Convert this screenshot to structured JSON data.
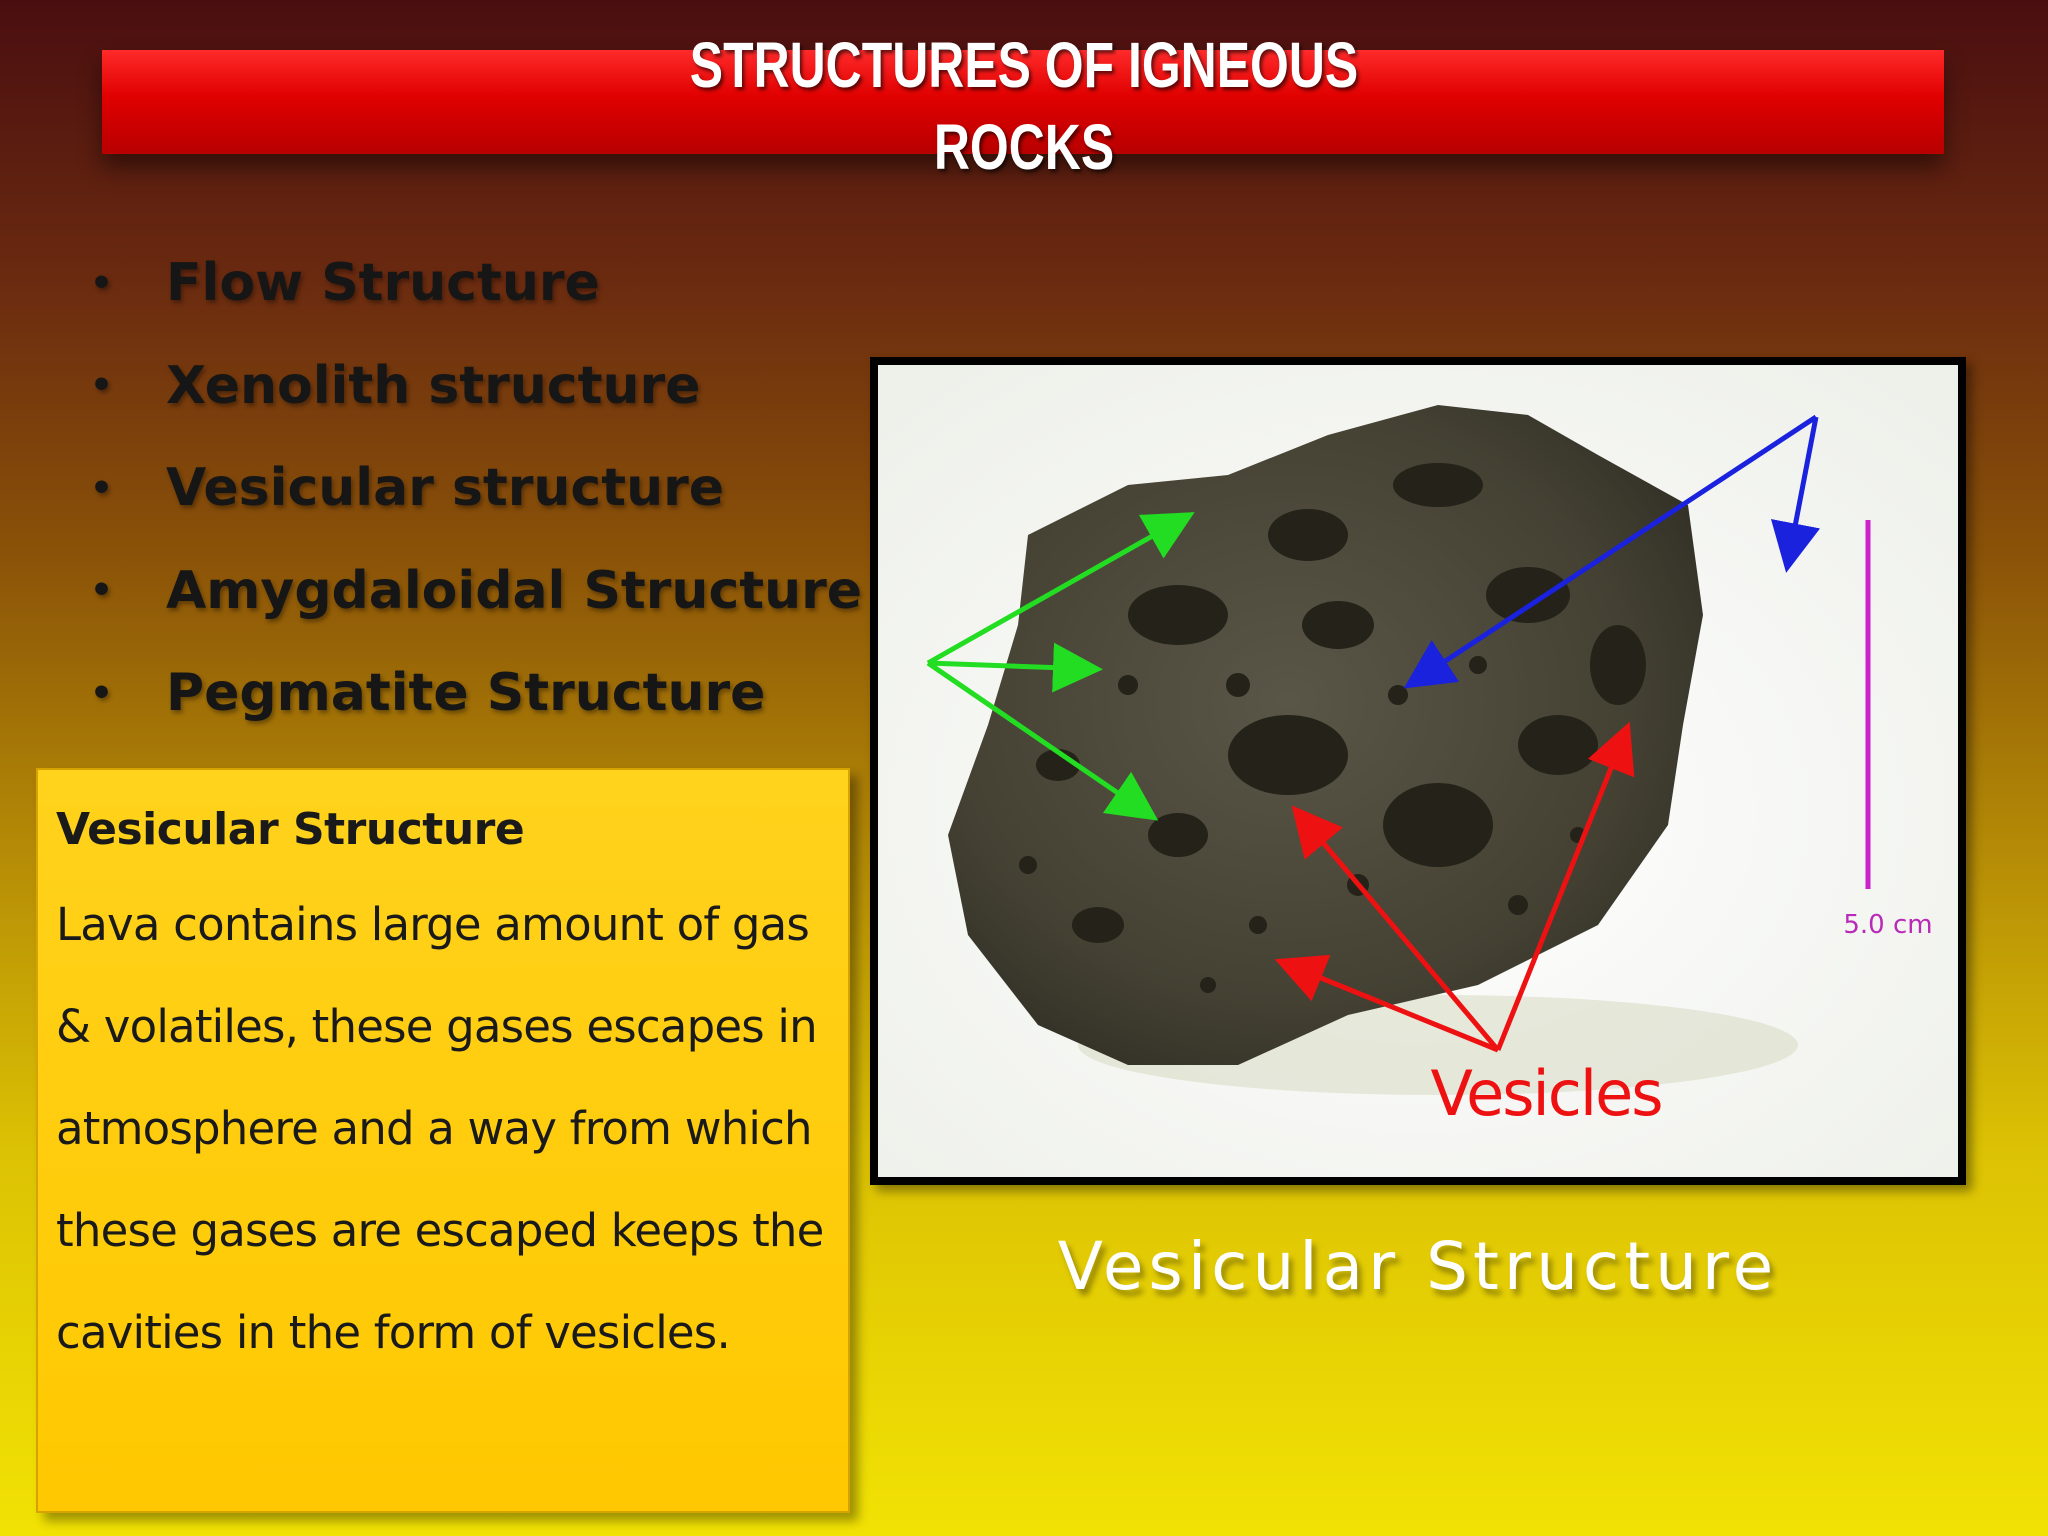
{
  "slide": {
    "title": "STRUCTURES OF IGNEOUS\nROCKS",
    "bullets": [
      "Flow Structure",
      "Xenolith structure",
      "Vesicular structure",
      "Amygdaloidal Structure",
      "Pegmatite Structure"
    ],
    "bullet_glyph": "•",
    "info_box": {
      "heading": "Vesicular Structure",
      "body": "Lava contains large amount of gas & volatiles, these gases escapes in atmosphere and a way from which these gases are escaped keeps the cavities in the form of vesicles."
    },
    "image": {
      "label": "Vesicles",
      "scale_label": "5.0 cm",
      "arrow_colors": {
        "green": "#22dd22",
        "blue": "#1a22dd",
        "red": "#ee1111",
        "scale": "#cc22cc"
      }
    },
    "caption": "Vesicular Structure"
  },
  "colors": {
    "title_bar": "#e00000",
    "info_box": "#ffc800"
  }
}
